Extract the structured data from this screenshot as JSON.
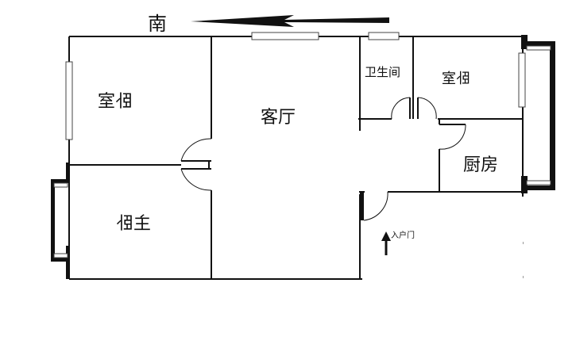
{
  "compass": {
    "label": "南",
    "arrow_direction": "left"
  },
  "rooms": {
    "bedroom_top_left": {
      "label": "卧室",
      "mirrored": true
    },
    "master_bedroom": {
      "label": "主卧",
      "mirrored": true
    },
    "living_room": {
      "label": "客厅"
    },
    "bathroom": {
      "label": "卫生间"
    },
    "bedroom_top_right": {
      "label": "卧室",
      "mirrored": true
    },
    "kitchen": {
      "label": "厨房"
    }
  },
  "entrance": {
    "label": "入户门",
    "arrow_direction": "up"
  },
  "colors": {
    "wall": "#111111",
    "background": "#ffffff",
    "window": "#555555"
  }
}
